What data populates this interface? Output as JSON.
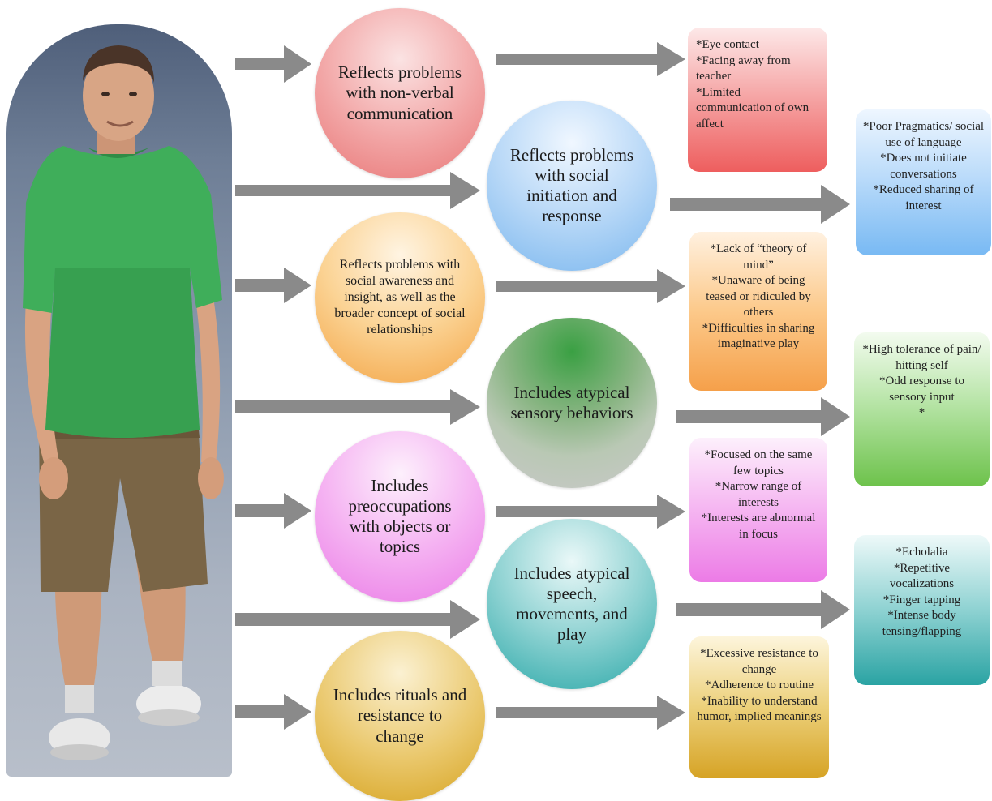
{
  "colors": {
    "arrow": "#8a8a8a",
    "red": "#ee6e6e",
    "blue": "#7bb7ee",
    "orange": "#f3a445",
    "green": "#6dc24b",
    "pink": "#ea7ce6",
    "teal": "#2ba8a8",
    "gold": "#d6a320"
  },
  "figure": {
    "icon": "person-avatar-3d"
  },
  "circles": {
    "nonverbal": "Reflects problems with non-verbal communication",
    "social_initiation": "Reflects problems with social initiation and response",
    "social_awareness": "Reflects problems with social awareness and insight, as well as the broader concept of social relationships",
    "sensory": "Includes atypical sensory behaviors",
    "preoccupations": "Includes preoccupations with objects or topics",
    "speech_movements": "Includes atypical speech, movements, and play",
    "rituals": "Includes rituals and resistance to change"
  },
  "boxes": {
    "nonverbal": [
      "*Eye contact",
      "*Facing away from teacher",
      "*Limited communication of own affect"
    ],
    "social_initiation": [
      "*Poor Pragmatics/ social use of language",
      "*Does not initiate conversations",
      "*Reduced sharing of interest"
    ],
    "social_awareness": [
      "*Lack of “theory of mind”",
      "*Unaware of being teased or ridiculed by others",
      "*Difficulties in sharing imaginative play"
    ],
    "sensory": [
      "*High tolerance of pain/ hitting self",
      "*Odd response to sensory input",
      "*"
    ],
    "preoccupations": [
      "*Focused on the same few topics",
      "*Narrow range of interests",
      "*Interests are abnormal in focus"
    ],
    "speech_movements": [
      "*Echolalia",
      "*Repetitive vocalizations",
      "*Finger tapping",
      "*Intense body tensing/flapping"
    ],
    "rituals": [
      "*Excessive resistance to change",
      "*Adherence to routine",
      "*Inability to understand humor, implied meanings"
    ]
  }
}
